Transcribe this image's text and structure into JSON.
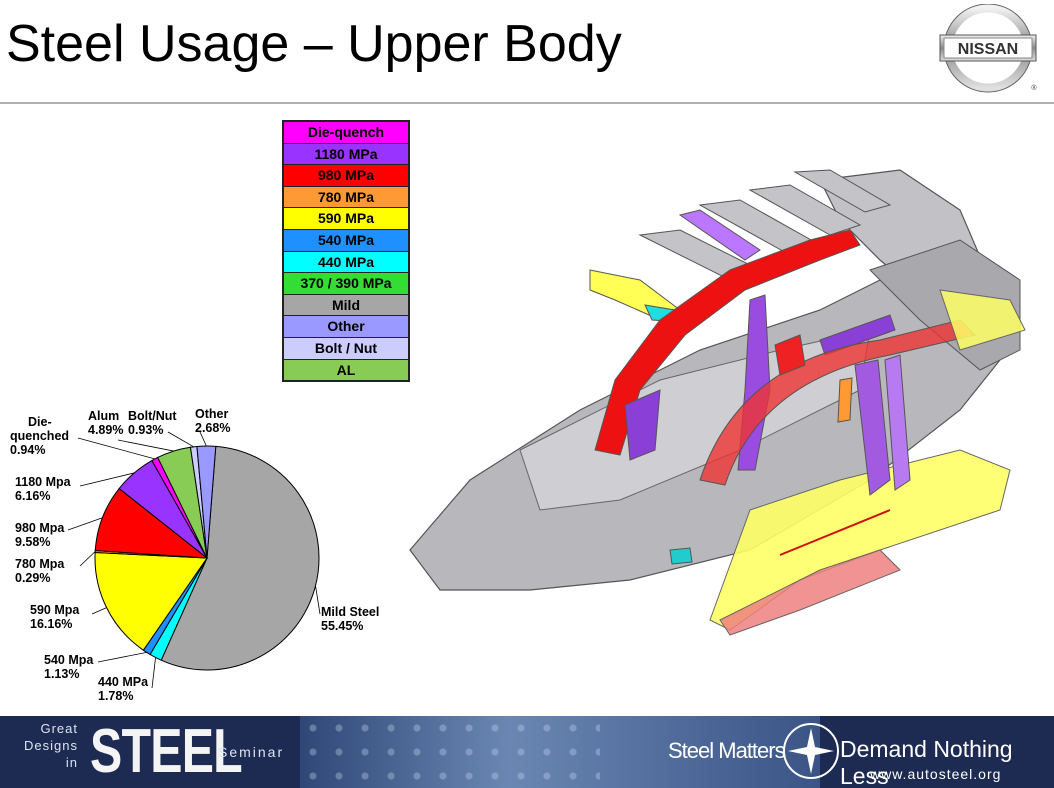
{
  "header": {
    "title": "Steel Usage – Upper Body",
    "logo_text": "NISSAN",
    "logo_reg": "®"
  },
  "legend": {
    "items": [
      {
        "label": "Die-quench",
        "color": "#ff00ff"
      },
      {
        "label": "1180 MPa",
        "color": "#9933ff"
      },
      {
        "label": "980 MPa",
        "color": "#ff0000"
      },
      {
        "label": "780 MPa",
        "color": "#ff9933"
      },
      {
        "label": "590 MPa",
        "color": "#ffff00"
      },
      {
        "label": "540 MPa",
        "color": "#1e90ff"
      },
      {
        "label": "440 MPa",
        "color": "#00ffff"
      },
      {
        "label": "370 / 390 MPa",
        "color": "#33dd33"
      },
      {
        "label": "Mild",
        "color": "#a6a6a6"
      },
      {
        "label": "Other",
        "color": "#9999ff"
      },
      {
        "label": "Bolt / Nut",
        "color": "#ccccff"
      },
      {
        "label": "AL",
        "color": "#88cc55"
      }
    ]
  },
  "chart_data": {
    "type": "pie",
    "title": "",
    "slices": [
      {
        "label": "Mild Steel",
        "value": 55.45,
        "text": "55.45%",
        "color": "#a6a6a6"
      },
      {
        "label": "440 MPa",
        "value": 1.78,
        "text": "1.78%",
        "color": "#00ffff"
      },
      {
        "label": "540 Mpa",
        "value": 1.13,
        "text": "1.13%",
        "color": "#1e90ff"
      },
      {
        "label": "590 Mpa",
        "value": 16.16,
        "text": "16.16%",
        "color": "#ffff00"
      },
      {
        "label": "780 Mpa",
        "value": 0.29,
        "text": "0.29%",
        "color": "#ff9933"
      },
      {
        "label": "980 Mpa",
        "value": 9.58,
        "text": "9.58%",
        "color": "#ff0000"
      },
      {
        "label": "1180 Mpa",
        "value": 6.16,
        "text": "6.16%",
        "color": "#9933ff"
      },
      {
        "label": "Die-quenched",
        "value": 0.94,
        "text": "0.94%",
        "color": "#ff00ff"
      },
      {
        "label": "Alum",
        "value": 4.89,
        "text": "4.89%",
        "color": "#88cc55"
      },
      {
        "label": "Bolt/Nut",
        "value": 0.93,
        "text": "0.93%",
        "color": "#ccccff"
      },
      {
        "label": "Other",
        "value": 2.68,
        "text": "2.68%",
        "color": "#9999ff"
      }
    ]
  },
  "footer": {
    "great_designs": [
      "Great",
      "Designs",
      "in"
    ],
    "steel": "STEEL",
    "seminar": "Seminar",
    "steel_matters": "Steel Matters",
    "demand": "Demand Nothing Less",
    "url": "www.autosteel.org"
  }
}
